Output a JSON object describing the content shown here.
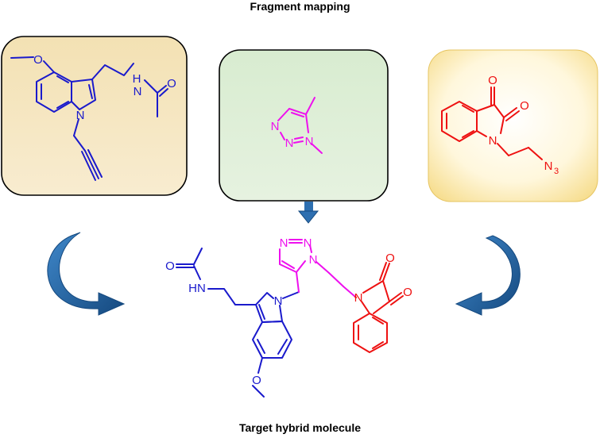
{
  "titles": {
    "top": "Fragment mapping",
    "bottom": "Target hybrid molecule"
  },
  "colors": {
    "indole_fragment": "#1a1acc",
    "triazole_fragment": "#ee10ee",
    "isatin_fragment": "#ee1111",
    "arrow": "#1f5a96",
    "box_left_fill": "#f6e6bd",
    "box_mid_fill": "#dceed4",
    "box_right_fill": "#fdefb0"
  },
  "fragments": {
    "indole": {
      "atoms": {
        "o_methoxy": "O",
        "n_amide": "N",
        "h_amide": "H",
        "o_amide": "O",
        "n_ring": "N"
      }
    },
    "triazole": {
      "atoms": {
        "n1": "N",
        "n2": "N",
        "n3": "N"
      }
    },
    "isatin": {
      "atoms": {
        "o1": "O",
        "o2": "O",
        "n_ring": "N",
        "azide_n": "N",
        "azide_sub": "3"
      }
    }
  },
  "hybrid": {
    "labels": {
      "o_amide": "O",
      "hn": "HN",
      "n_indole": "N",
      "o_methoxy": "O",
      "tz_n1": "N",
      "tz_n2": "N",
      "tz_n3": "N",
      "n_isatin": "N",
      "o1": "O",
      "o2": "O"
    }
  }
}
